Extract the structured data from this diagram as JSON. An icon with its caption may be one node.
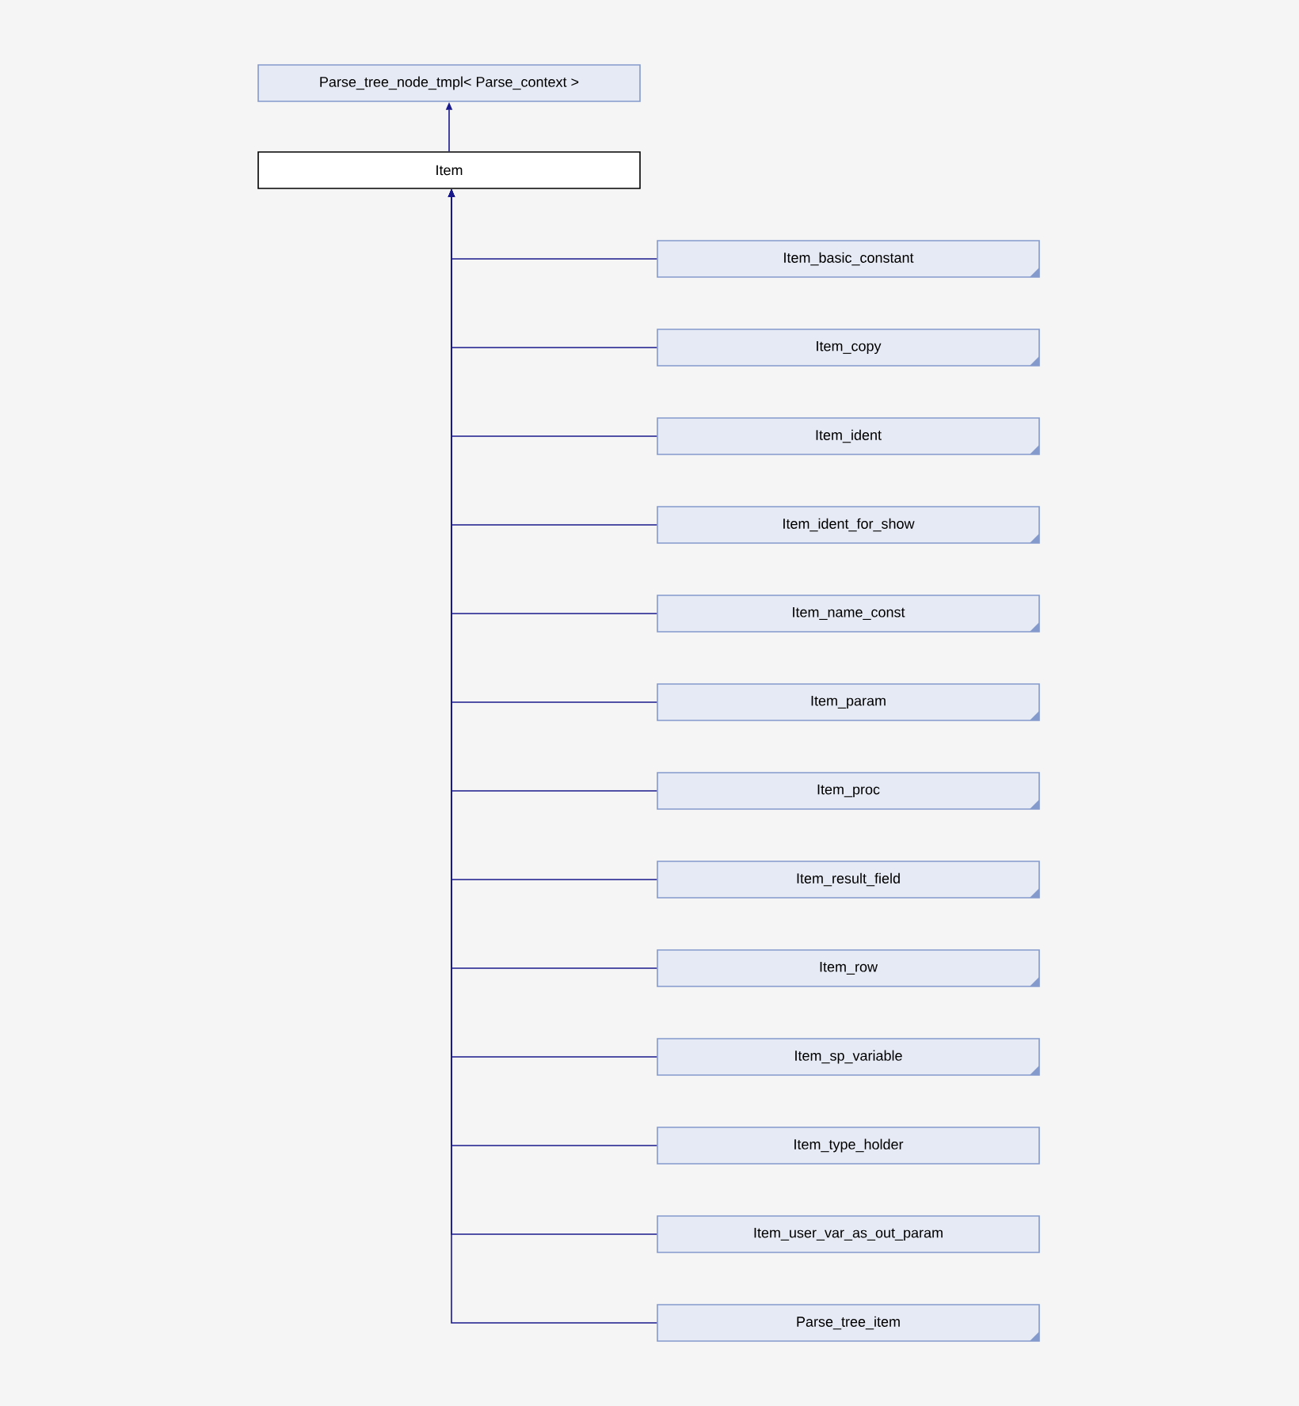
{
  "diagram": {
    "nodes": [
      {
        "text": [
          "Parse_tree_node_tmpl< Parse_context >"
        ]
      },
      {
        "text": [
          "Item"
        ]
      },
      {
        "text": [
          "Item_basic_constant"
        ]
      },
      {
        "text": [
          "Item_copy"
        ]
      },
      {
        "text": [
          "Item_ident"
        ]
      },
      {
        "text": [
          "Item_ident_for_show"
        ]
      },
      {
        "text": [
          "Item_name_const"
        ]
      },
      {
        "text": [
          "Item_param"
        ]
      },
      {
        "text": [
          "Item_proc"
        ]
      },
      {
        "text": [
          "Item_result_field"
        ]
      },
      {
        "text": [
          "Item_row"
        ]
      },
      {
        "text": [
          "Item_sp_variable"
        ]
      },
      {
        "text": [
          "Item_type_holder"
        ]
      },
      {
        "text": [
          "Item_user_var_as_out_param"
        ]
      },
      {
        "text": [
          "Parse_tree_item"
        ]
      }
    ],
    "edges": [
      {
        "from": 1,
        "to": 0,
        "arrow": "to"
      },
      {
        "from": 2,
        "to": 1,
        "arrow": "to"
      },
      {
        "from": 3,
        "to": 1,
        "arrow": "to"
      },
      {
        "from": 4,
        "to": 1,
        "arrow": "to"
      },
      {
        "from": 5,
        "to": 1,
        "arrow": "to"
      },
      {
        "from": 6,
        "to": 1,
        "arrow": "to"
      },
      {
        "from": 7,
        "to": 1,
        "arrow": "to"
      },
      {
        "from": 8,
        "to": 1,
        "arrow": "to"
      },
      {
        "from": 9,
        "to": 1,
        "arrow": "to"
      },
      {
        "from": 10,
        "to": 1,
        "arrow": "to"
      },
      {
        "from": 11,
        "to": 1,
        "arrow": "to"
      },
      {
        "from": 12,
        "to": 1,
        "arrow": "to"
      },
      {
        "from": 13,
        "to": 1,
        "arrow": "to"
      },
      {
        "from": 14,
        "to": 1,
        "arrow": "to"
      }
    ]
  }
}
